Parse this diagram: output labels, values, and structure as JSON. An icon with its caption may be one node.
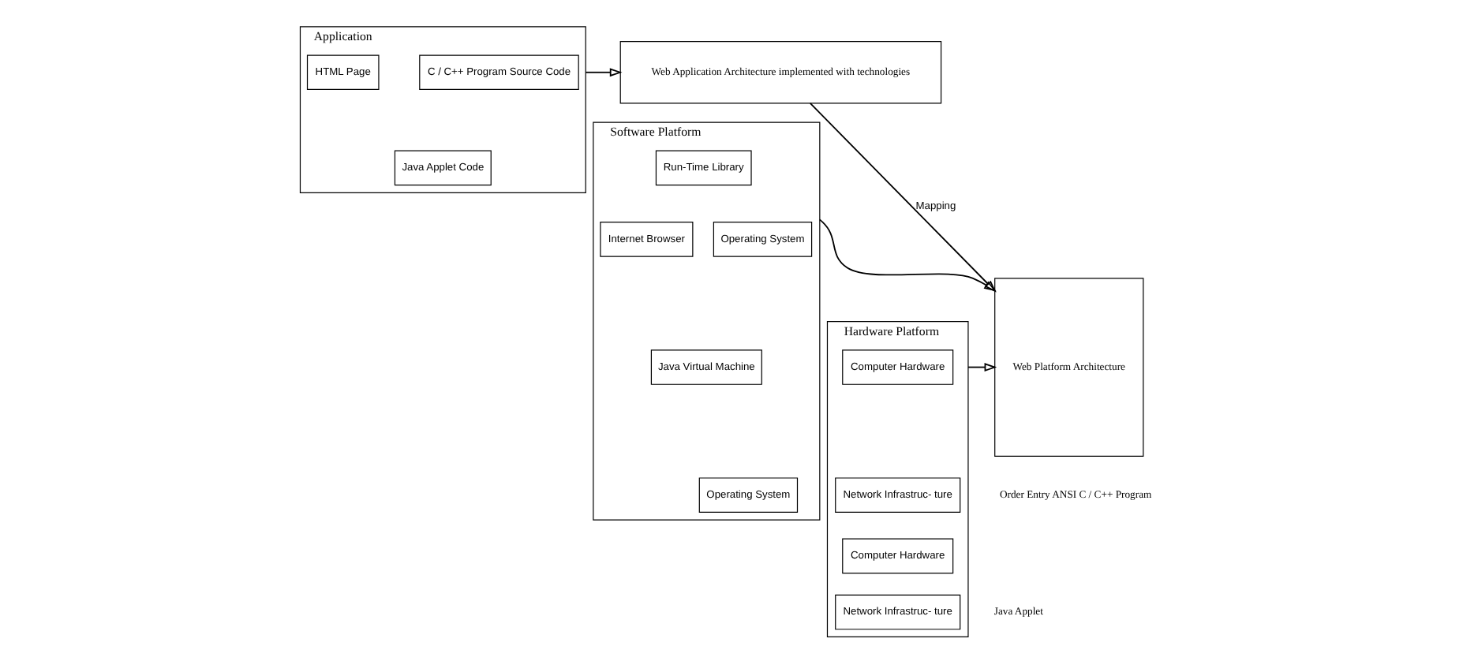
{
  "diagram": {
    "nodes": [
      {
        "text": [
          "Application"
        ]
      },
      {
        "text": [
          "C / C++ Program Source Code"
        ],
        "in": 0
      },
      {
        "text": [
          "HTML Page"
        ],
        "in": 0
      },
      {
        "text": [
          "Java Applet Code"
        ],
        "in": 0
      },
      {
        "text": [
          "Software Platform"
        ]
      },
      {
        "text": [
          "Run-Time Library"
        ],
        "in": 4
      },
      {
        "text": [
          "Internet Browser"
        ],
        "in": 4
      },
      {
        "text": [
          "Java Virtual Machine"
        ],
        "in": 4
      },
      {
        "text": [
          "Operating System"
        ],
        "in": 4
      },
      {
        "text": [
          "Operating System"
        ],
        "in": 4
      },
      {
        "text": [
          "Hardware Platform"
        ]
      },
      {
        "text": [
          "Computer Hardware"
        ],
        "in": 10
      },
      {
        "text": [
          "Network Infrastruc- ture"
        ],
        "in": 10
      },
      {
        "text": [
          "Computer Hardware"
        ],
        "in": 10
      },
      {
        "text": [
          "Network Infrastruc- ture"
        ],
        "in": 10
      },
      {
        "text": [
          "Web Application Architecture implemented with technologies"
        ]
      },
      {
        "text": [
          "Web Platform Architecture"
        ]
      }
    ],
    "edges": [
      {
        "from": 0,
        "to": 15,
        "arrow": "to"
      },
      {
        "from": 15,
        "to": 16,
        "arrow": "to",
        "label": "Mapping"
      },
      {
        "from": 4,
        "to": 16,
        "arrow": "to"
      },
      {
        "from": 10,
        "to": 16,
        "arrow": "to"
      }
    ],
    "labels": [
      "Order Entry ANSI C / C++ Program",
      "Java Applet"
    ]
  }
}
